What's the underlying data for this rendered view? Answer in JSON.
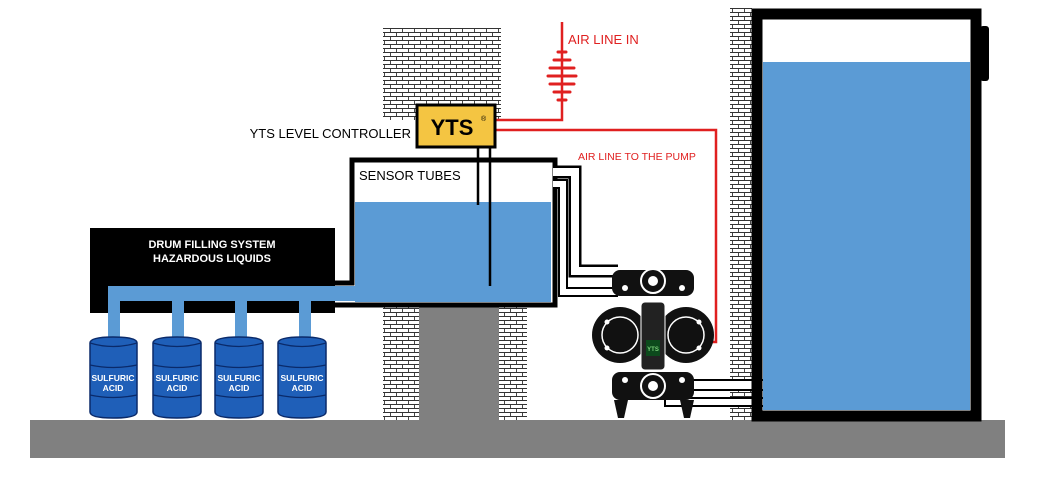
{
  "labels": {
    "air_line_in": "AIR LINE IN",
    "level_controller": "YTS LEVEL CONTROLLER",
    "air_line_to_pump": "AIR LINE TO THE PUMP",
    "sensor_tubes": "SENSOR TUBES",
    "system_title_line1": "DRUM FILLING SYSTEM",
    "system_title_line2": "HAZARDOUS LIQUIDS"
  },
  "controller": {
    "brand": "YTS",
    "mark": "®"
  },
  "pump": {
    "badge": "YTS"
  },
  "drums": [
    {
      "line1": "SULFURIC",
      "line2": "ACID"
    },
    {
      "line1": "SULFURIC",
      "line2": "ACID"
    },
    {
      "line1": "SULFURIC",
      "line2": "ACID"
    },
    {
      "line1": "SULFURIC",
      "line2": "ACID"
    }
  ],
  "colors": {
    "liquid": "#5b9bd5",
    "drum": "#1f5fb8",
    "air_line": "#e02020",
    "controller_box": "#f4c542",
    "floor": "#808080",
    "wall": "#eeeeee"
  }
}
